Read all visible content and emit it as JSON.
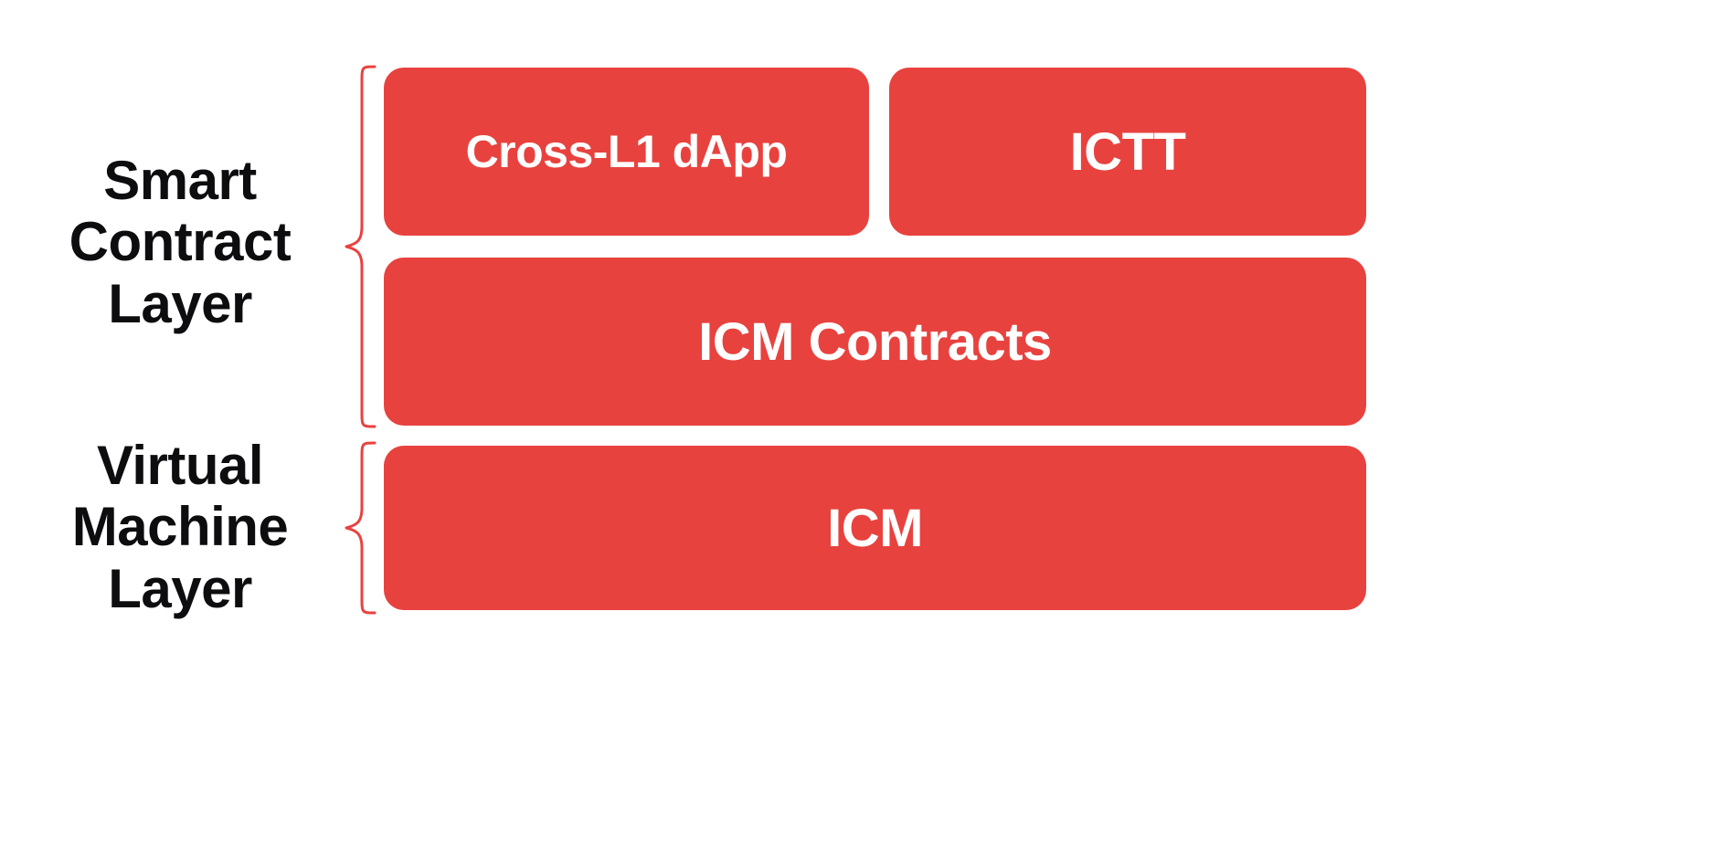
{
  "diagram": {
    "title": "Smart Contract Layer and Virtual Machine Layer stack",
    "background_color": "#FFFFFF",
    "accent_color": "#E8423F",
    "box_fill_color": "#E8423F",
    "box_text_color": "#FFFFFF",
    "label_text_color": "#0D0D10",
    "brace_color": "#E8423F",
    "layers": [
      {
        "id": "smart-contract-layer",
        "label": "Smart\nContract\nLayer",
        "label_lines": [
          "Smart",
          "Contract",
          "Layer"
        ]
      },
      {
        "id": "virtual-machine-layer",
        "label": "Virtual\nMachine\nLayer",
        "label_lines": [
          "Virtual",
          "Machine",
          "Layer"
        ]
      }
    ],
    "boxes": [
      {
        "id": "cross-l1-dapp",
        "label": "Cross-L1 dApp",
        "layer": "smart-contract-layer",
        "row": 1
      },
      {
        "id": "ictt",
        "label": "ICTT",
        "layer": "smart-contract-layer",
        "row": 1
      },
      {
        "id": "icm-contracts",
        "label": "ICM Contracts",
        "layer": "smart-contract-layer",
        "row": 2
      },
      {
        "id": "icm",
        "label": "ICM",
        "layer": "virtual-machine-layer",
        "row": 3
      }
    ]
  }
}
